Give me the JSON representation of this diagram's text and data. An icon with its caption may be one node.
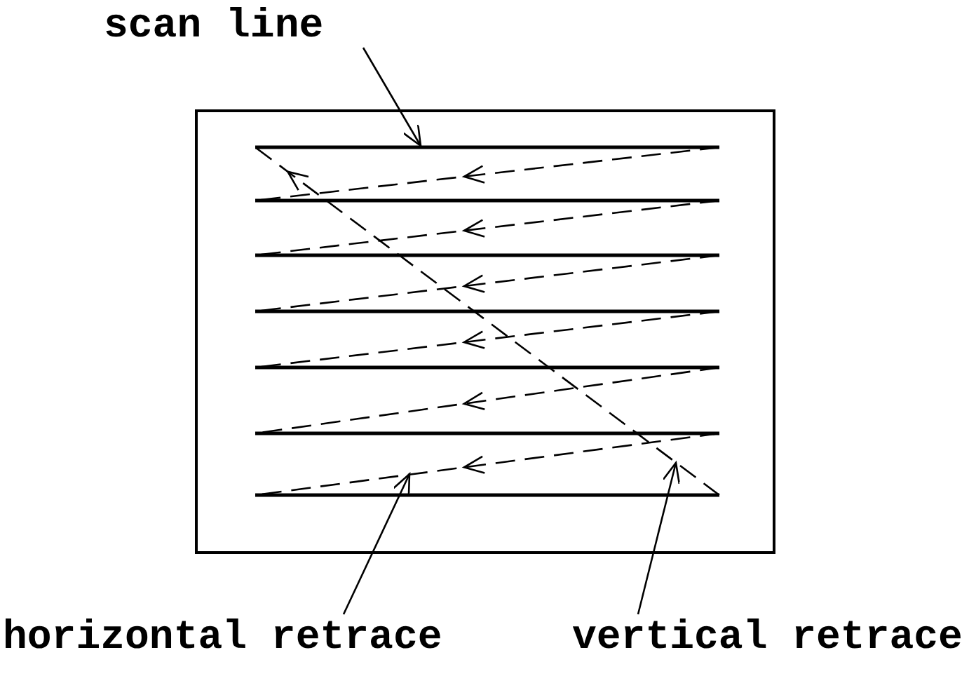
{
  "diagram": {
    "nodes": [
      {
        "text": [
          "scan line"
        ]
      },
      {
        "text": [
          "horizontal retrace"
        ]
      },
      {
        "text": [
          "vertical retrace"
        ]
      }
    ],
    "edges": [
      {
        "from": 0,
        "to": null,
        "arrow": "to"
      },
      {
        "from": 1,
        "to": null,
        "arrow": "to"
      },
      {
        "from": 2,
        "to": null,
        "arrow": "to"
      }
    ]
  }
}
